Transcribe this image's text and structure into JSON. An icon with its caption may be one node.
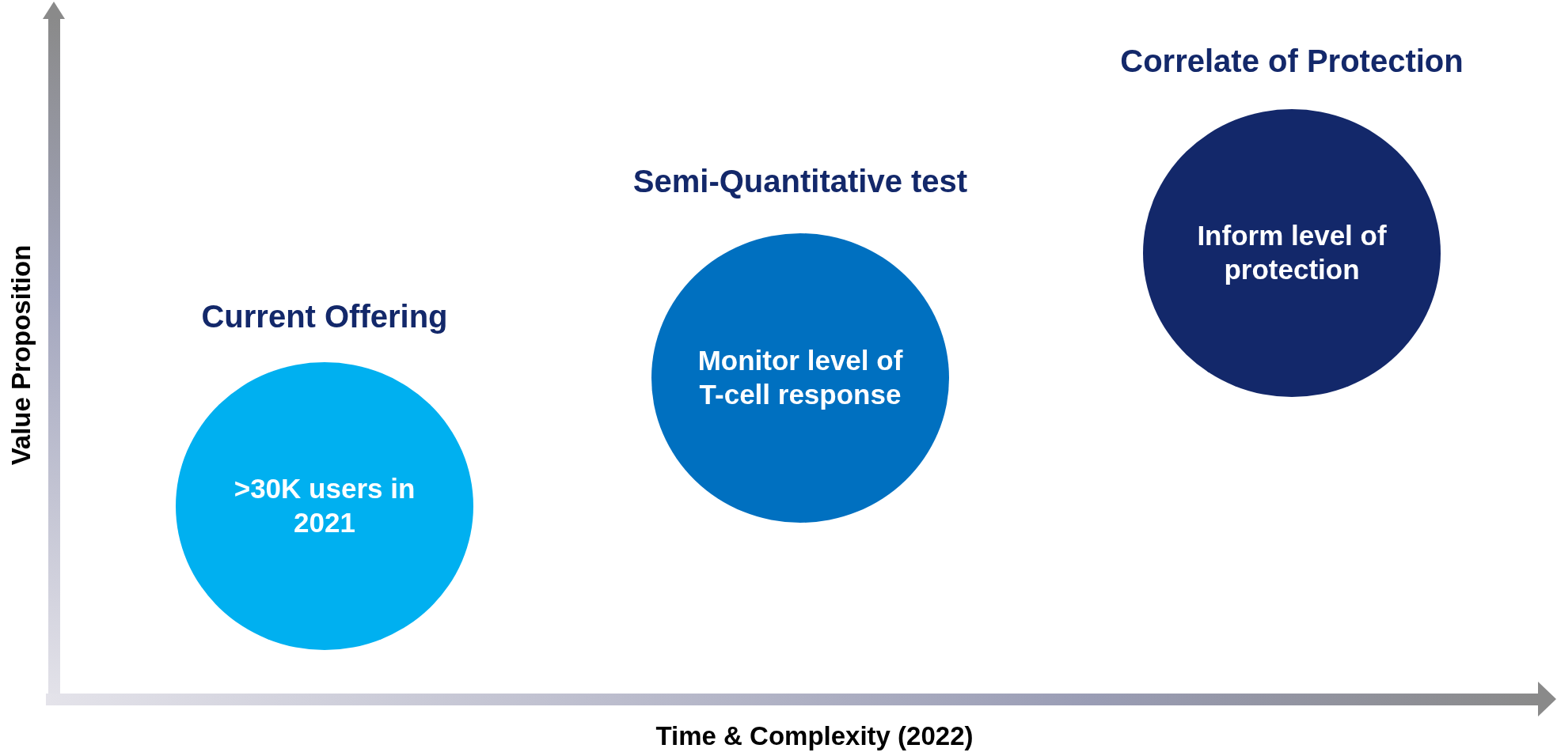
{
  "diagram": {
    "nodes": [
      {
        "text": [
          "Current Offering",
          ">30K users in 2021"
        ]
      },
      {
        "text": [
          "Semi-Quantitative test",
          "Monitor level of T-cell response"
        ]
      },
      {
        "text": [
          "Correlate of Protection",
          "Inform level of protection"
        ]
      }
    ],
    "labels": [
      "Value Proposition",
      "Time & Complexity (2022)"
    ]
  }
}
